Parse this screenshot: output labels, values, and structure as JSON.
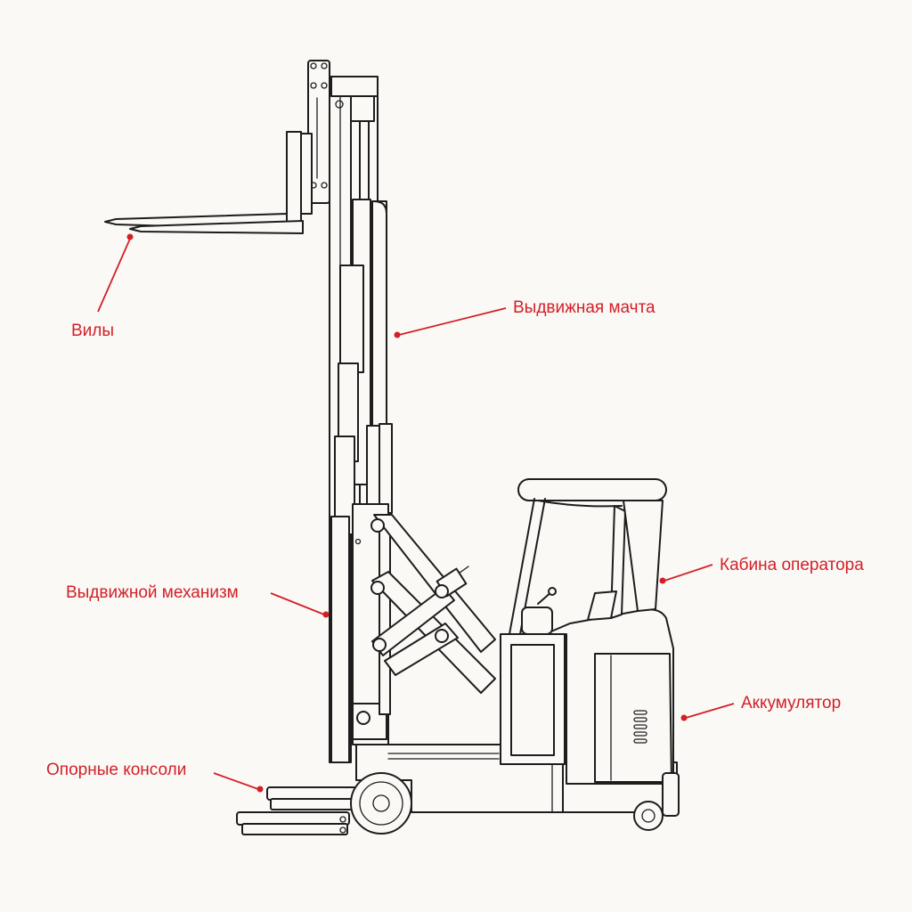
{
  "labels": {
    "forks": "Вилы",
    "mast": "Выдвижная мачта",
    "cabin": "Кабина оператора",
    "reach": "Выдвижной механизм",
    "battery": "Аккумулятор",
    "outriggers": "Опорные консоли"
  },
  "colors": {
    "accent": "#d31f26",
    "stroke": "#1d1d1d",
    "background": "#faf9f6"
  }
}
